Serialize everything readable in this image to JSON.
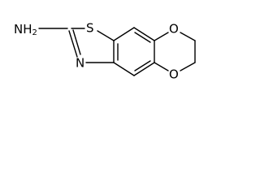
{
  "molecule": {
    "atoms": {
      "amine": "NH2",
      "sulfur": "S",
      "thiazole_nitrogen": "N",
      "oxygen_top": "O",
      "oxygen_bottom": "O"
    }
  }
}
